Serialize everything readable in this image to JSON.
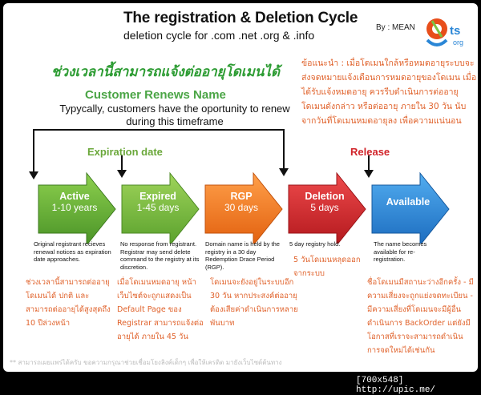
{
  "header": {
    "title": "The registration & Deletion Cycle",
    "subtitle": "deletion cycle for .com .net .org & .info",
    "by": "By : MEAN",
    "logo_text_top": "ts",
    "logo_text_bottom": "org"
  },
  "renew": {
    "thai_heading": "ช่วงเวลานี้สามารถแจ้งต่ออายุโดเมนได้",
    "title": "Customer Renews Name",
    "text": "Typycally, customers have the oportunity to renew during this timeframe"
  },
  "advice": "ข้อแนะนำ : เมื่อโดเมนใกล้หรือหมดอายุระบบจะส่งจดหมายแจ้งเตือนการหมดอายุของโดเมน เมื่อได้รับแจ้งหมดอายุ ควรรีบดำเนินการต่ออายุโดเมนดังกล่าว หรือต่ออายุ ภายใน 30 วัน นับจากวันที่โดเมนหมดอายุลง เพื่อความแน่นอน",
  "labels": {
    "expiration": "Expiration date",
    "release": "Release"
  },
  "stages": [
    {
      "name": "Active",
      "period": "1-10 years",
      "color": "#f29a1e",
      "fill_top": "#7cc342",
      "fill_bottom": "#4e9a2a"
    },
    {
      "name": "Expired",
      "period": "1-45 days",
      "fill_top": "#f7b13a",
      "fill_bottom": "#f08a10"
    },
    {
      "name": "RGP",
      "period": "30 days",
      "fill_top": "#f58a2a",
      "fill_bottom": "#e25f10"
    },
    {
      "name": "Deletion",
      "period": "5 days",
      "fill_top": "#e4383a",
      "fill_bottom": "#b51c20"
    },
    {
      "name": "Available",
      "period": "",
      "fill_top": "#3f9be0",
      "fill_bottom": "#1c6fc1"
    }
  ],
  "descriptions": [
    "Original registrant recieves renewal notices as expiration date approaches.",
    "No response from registrant. Registrar may send delete command to the registry at its discretion.",
    "Domain name is held by the registry in a 30 day Redemption Drace Period (RGP).",
    "5 day registry hold.",
    "The name becomes available for re-registration."
  ],
  "thai_notes": [
    "ช่วงเวลานี้สามารถต่ออายุโดเมนได้ ปกติ และสามารถต่ออายุได้สูงสุดถึง 10 ปีล่วงหน้า",
    "เมื่อโดเมนหมดอายุ หน้าเว็บไซต์จะถูกแสดงเป็น Default Page ของ Registrar สามารถแจ้งต่ออายุได้ ภายใน 45 วัน",
    "โดเมนจะยังอยู่ในระบบอีก 30 วัน หากประสงค์ต่ออายุ ต้องเสียค่าดำเนินการหลายพันบาท",
    "5 วันโดเมนหลุดออกจากระบบ",
    "ชื่อโดเมนมีสถานะว่างอีกครั้ง - มีความเสี่ยงจะถูกแย่งจดทะเบียน - มีความเสี่ยงที่โดเมนจะมีผู้อื่นดำเนินการ BackOrder แต่ยังมีโอกาสที่เราจะสามารถดำเนินการจดใหม่ได้เช่นกัน"
  ],
  "footnote": "** สามารถเผยแพร่ได้ครับ ขอความกรุณาช่วยเชื่อมโยงลิงค์เด็กๆ เพื่อให้เครดิต มายังเว็บไซต์ต้นทาง",
  "caption": "[700x548] http://upic.me/",
  "colors": {
    "green": "#4ba546",
    "orange": "#e0622b",
    "red": "#d1242a",
    "blue": "#2a86d6"
  }
}
